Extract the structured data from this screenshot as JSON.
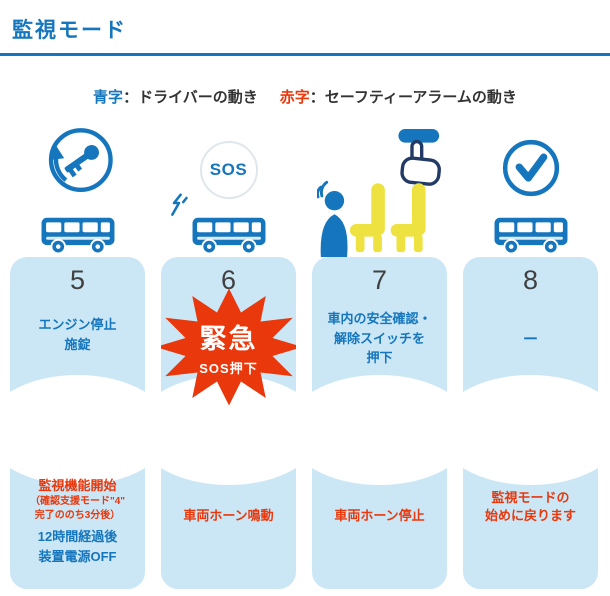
{
  "header": {
    "title": "監視モード"
  },
  "legend": {
    "driver_label": "青字",
    "driver_text": "：ドライバーの動き",
    "alarm_label": "赤字",
    "alarm_text": "：セーフティーアラームの動き"
  },
  "colors": {
    "primary_blue": "#1576bd",
    "alert_red": "#e8380c",
    "card_background": "#cbe7f6",
    "seat_yellow": "#ede23f",
    "hand_outline_navy": "#223a66"
  },
  "icons": {
    "step5": "ignition-key-icon",
    "step6": "sos-balloon-icon",
    "step7": "seat-switch-press-icon",
    "step8": "check-circle-icon",
    "shared": "bus-icon"
  },
  "steps": [
    {
      "number": "5",
      "driver_action": [
        "エンジン停止",
        "施錠"
      ],
      "alarm_action": [
        "監視機能開始"
      ],
      "alarm_action_note": [
        "（確認支援モード\"4\"",
        "完了ののち3分後）"
      ],
      "driver_action_2": [
        "12時間経過後",
        "装置電源OFF"
      ]
    },
    {
      "number": "6",
      "icon_label": "SOS",
      "burst_title": "緊急",
      "burst_subtitle": "SOS押下",
      "alarm_action": [
        "車両ホーン鳴動"
      ]
    },
    {
      "number": "7",
      "driver_action": [
        "車内の安全確認・",
        "解除スイッチを",
        "押下"
      ],
      "alarm_action": [
        "車両ホーン停止"
      ]
    },
    {
      "number": "8",
      "driver_action": [
        "ー"
      ],
      "alarm_action": [
        "監視モードの",
        "始めに戻ります"
      ]
    }
  ]
}
